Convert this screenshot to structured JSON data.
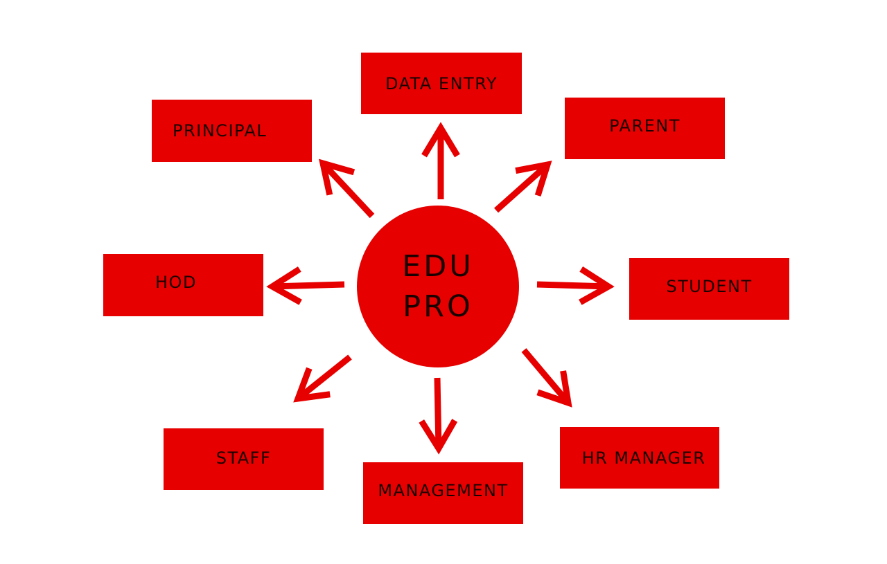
{
  "hub": {
    "line1": "EDU",
    "line2": "PRO"
  },
  "nodes": {
    "data_entry": "DATA ENTRY",
    "principal": "PRINCIPAL",
    "parent": "PARENT",
    "hod": "HOD",
    "student": "STUDENT",
    "staff": "STAFF",
    "management": "MANAGEMENT",
    "hr_manager": "HR MANAGER"
  },
  "colors": {
    "node_fill": "#e60000",
    "arrow": "#e60000",
    "text": "#1a0000",
    "background": "#ffffff"
  }
}
